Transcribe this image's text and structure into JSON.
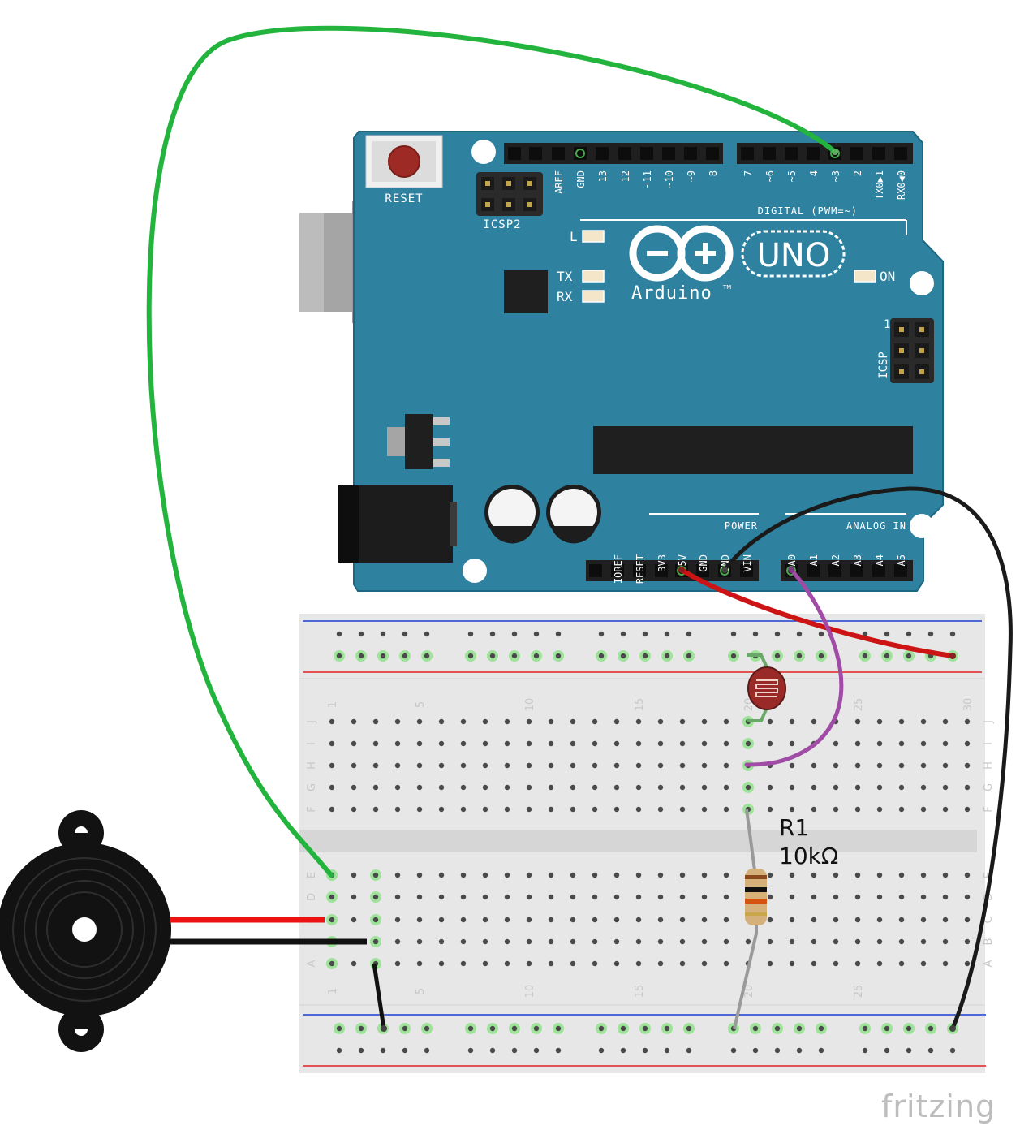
{
  "arduino": {
    "reset_label": "RESET",
    "icsp2_label": "ICSP2",
    "icsp_label": "ICSP",
    "icsp_pin1": "1",
    "digital_header": "DIGITAL (PWM=~)",
    "digital_pins": [
      "AREF",
      "GND",
      "13",
      "12",
      "~11",
      "~10",
      "~9",
      "8",
      "7",
      "~6",
      "~5",
      "4",
      "~3",
      "2",
      "TX0▶1",
      "RX0◀0"
    ],
    "led_l": "L",
    "led_tx": "TX",
    "led_rx": "RX",
    "led_on": "ON",
    "brand": "Arduino",
    "trademark": "TM",
    "model": "UNO",
    "power_header": "POWER",
    "power_pins": [
      "IOREF",
      "RESET",
      "3V3",
      "5V",
      "GND",
      "GND",
      "VIN"
    ],
    "analog_header": "ANALOG IN",
    "analog_pins": [
      "A0",
      "A1",
      "A2",
      "A3",
      "A4",
      "A5"
    ]
  },
  "breadboard": {
    "column_numbers": [
      "1",
      "5",
      "10",
      "15",
      "20",
      "25",
      "30"
    ],
    "rows_top": [
      "J",
      "I",
      "H",
      "G",
      "F"
    ],
    "rows_bottom": [
      "E",
      "D",
      "C",
      "B",
      "A"
    ]
  },
  "resistor": {
    "name": "R1",
    "value": "10kΩ"
  },
  "wires": {
    "digital_3_to_breadboard": "#22b43c",
    "5v_to_power_rail": "#cc1414",
    "gnd_to_ground_rail": "#1a1a1a",
    "a0_to_photocell": "#a04ba6",
    "buzzer_positive": "#ee1111",
    "buzzer_negative": "#111111"
  },
  "colors": {
    "board": "#2e82a0",
    "board_border": "#1d6782",
    "breadboard": "#e6e6e6",
    "rail_red": "#e02020",
    "rail_blue": "#1f3fd0",
    "hole_highlight": "#9fe39a"
  },
  "watermark": "fritzing"
}
